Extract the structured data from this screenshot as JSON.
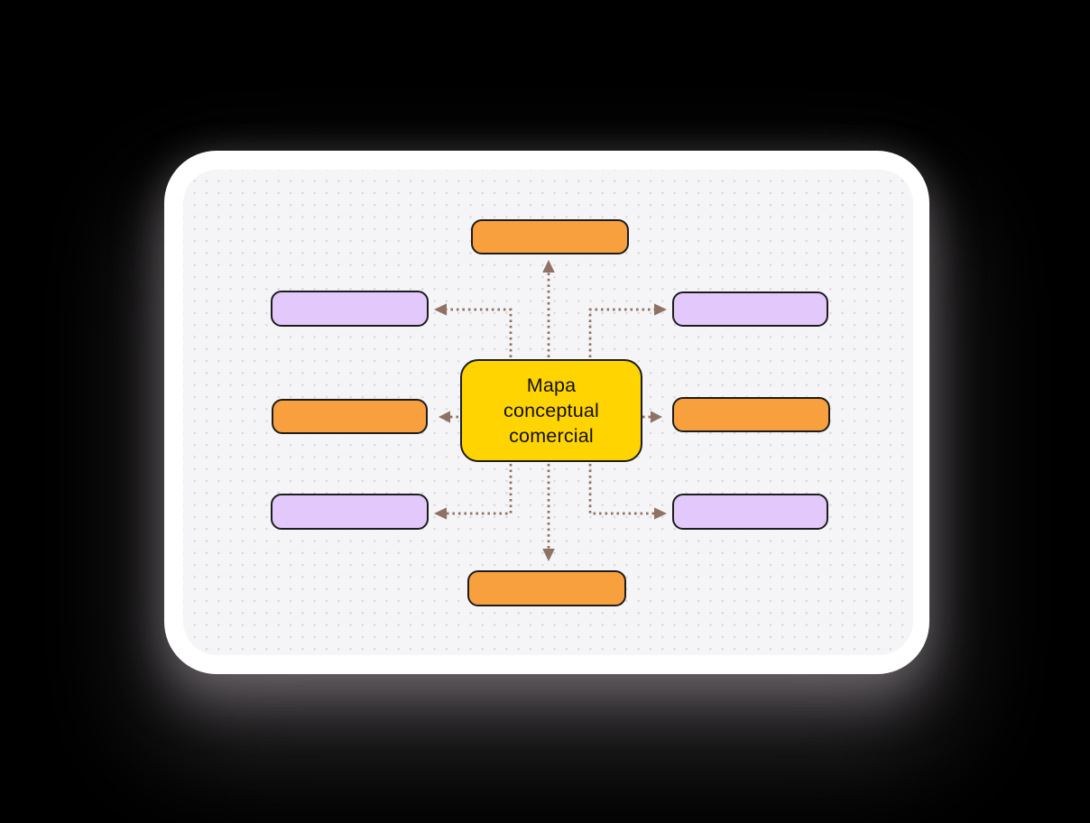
{
  "colors": {
    "page-bg": "#000000",
    "card-bg": "#ffffff",
    "canvas-bg": "#f5f4f6",
    "canvas-dot": "#d9d7db",
    "node-orange": "#f9a03e",
    "node-purple": "#e3c9fb",
    "node-yellow": "#ffd400",
    "node-border": "#1c1c1c",
    "arrow": "#8e7265",
    "text": "#111111"
  },
  "diagram": {
    "type": "concept-map",
    "center": {
      "label": "Mapa\nconceptual\ncomercial",
      "color": "yellow"
    },
    "branches": [
      {
        "position": "top",
        "color": "orange",
        "label": ""
      },
      {
        "position": "top-left",
        "color": "purple",
        "label": ""
      },
      {
        "position": "top-right",
        "color": "purple",
        "label": ""
      },
      {
        "position": "middle-left",
        "color": "orange",
        "label": ""
      },
      {
        "position": "middle-right",
        "color": "orange",
        "label": ""
      },
      {
        "position": "bottom-left",
        "color": "purple",
        "label": ""
      },
      {
        "position": "bottom-right",
        "color": "purple",
        "label": ""
      },
      {
        "position": "bottom",
        "color": "orange",
        "label": ""
      }
    ],
    "connections": [
      {
        "from": "center",
        "to": "top",
        "style": "dotted-arrow"
      },
      {
        "from": "center",
        "to": "top-left",
        "style": "dotted-arrow"
      },
      {
        "from": "center",
        "to": "top-right",
        "style": "dotted-arrow"
      },
      {
        "from": "center",
        "to": "middle-left",
        "style": "dotted-arrow"
      },
      {
        "from": "center",
        "to": "middle-right",
        "style": "dotted-arrow"
      },
      {
        "from": "center",
        "to": "bottom-left",
        "style": "dotted-arrow"
      },
      {
        "from": "center",
        "to": "bottom-right",
        "style": "dotted-arrow"
      },
      {
        "from": "center",
        "to": "bottom",
        "style": "dotted-arrow"
      }
    ]
  }
}
